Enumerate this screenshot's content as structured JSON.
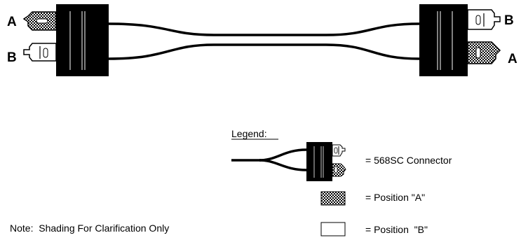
{
  "labels": {
    "left_top": "A",
    "left_bottom": "B",
    "right_top": "B",
    "right_bottom": "A"
  },
  "legend": {
    "title": "Legend:",
    "connector": "= 568SC Connector",
    "position_a": "= Position \"A\"",
    "position_b": "= Position  \"B\""
  },
  "note": "Note:  Shading For Clarification Only",
  "colors": {
    "ink": "#000000",
    "background": "#ffffff"
  }
}
